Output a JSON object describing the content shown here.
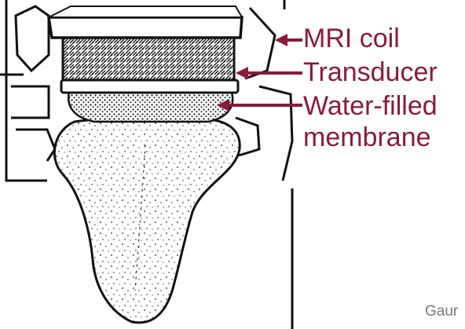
{
  "labels": {
    "mri_coil": "MRI coil",
    "transducer": "Transducer",
    "membrane_line1": "Water-filled",
    "membrane_line2": "membrane"
  },
  "credit": "Gaur",
  "colors": {
    "label": "#8b1a3a",
    "ink": "#111111",
    "credit": "#7a7a7a"
  }
}
